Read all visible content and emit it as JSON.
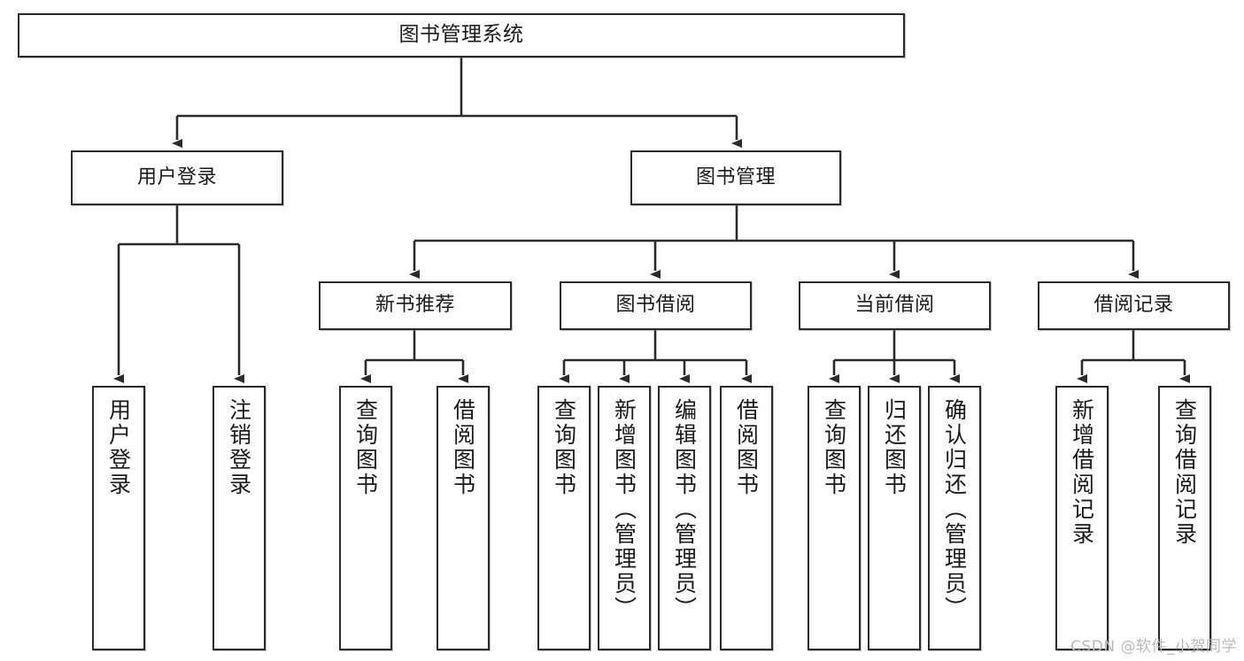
{
  "diagram": {
    "title": "图书管理系统",
    "watermark": "CSDN @软件_小贺同学",
    "colors": {
      "stroke": "#2b2b2b",
      "fill": "#ffffff",
      "text": "#1a1a1a",
      "watermark": "#b9b9b9"
    },
    "levels": {
      "root": {
        "label": "图书管理系统"
      },
      "level2": [
        {
          "label": "用户登录"
        },
        {
          "label": "图书管理"
        }
      ],
      "level3": [
        {
          "label": "新书推荐"
        },
        {
          "label": "图书借阅"
        },
        {
          "label": "当前借阅"
        },
        {
          "label": "借阅记录"
        }
      ],
      "leaves": [
        {
          "label": "用户登录",
          "parent": "用户登录"
        },
        {
          "label": "注销登录",
          "parent": "用户登录"
        },
        {
          "label": "查询图书",
          "parent": "新书推荐"
        },
        {
          "label": "借阅图书",
          "parent": "新书推荐"
        },
        {
          "label": "查询图书",
          "parent": "图书借阅"
        },
        {
          "label": "新增图书（管理员）",
          "parent": "图书借阅"
        },
        {
          "label": "编辑图书（管理员）",
          "parent": "图书借阅"
        },
        {
          "label": "借阅图书",
          "parent": "图书借阅"
        },
        {
          "label": "查询图书",
          "parent": "当前借阅"
        },
        {
          "label": "归还图书",
          "parent": "当前借阅"
        },
        {
          "label": "确认归还（管理员）",
          "parent": "当前借阅"
        },
        {
          "label": "新增借阅记录",
          "parent": "借阅记录"
        },
        {
          "label": "查询借阅记录",
          "parent": "借阅记录"
        }
      ]
    }
  }
}
